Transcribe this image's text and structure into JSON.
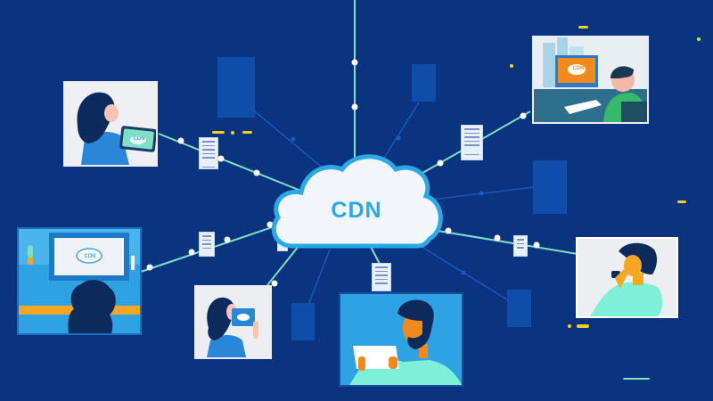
{
  "diagram": {
    "center": {
      "label": "CDN",
      "shape": "cloud-icon"
    },
    "colors": {
      "background": "#0a3380",
      "connector_active": "#7fe0c4",
      "connector_inactive": "#1e5bbf",
      "node_dot": "#ffffff",
      "cloud_fill": "#f2f6fb",
      "cloud_stroke": "#2aa9e6",
      "cdn_text": "#2aa9e6",
      "accent_yellow": "#f5d020",
      "ghost_block": "#0f52b0"
    },
    "clients": [
      {
        "id": "woman-tablet",
        "screen_label": "CDN"
      },
      {
        "id": "man-desktop",
        "screen_label": "CDN"
      },
      {
        "id": "person-tv",
        "screen_label": "CDN"
      },
      {
        "id": "girl-tablet",
        "screen_label": ""
      },
      {
        "id": "bearded-man-tablet",
        "screen_label": ""
      },
      {
        "id": "woman-phone",
        "screen_label": ""
      }
    ]
  }
}
